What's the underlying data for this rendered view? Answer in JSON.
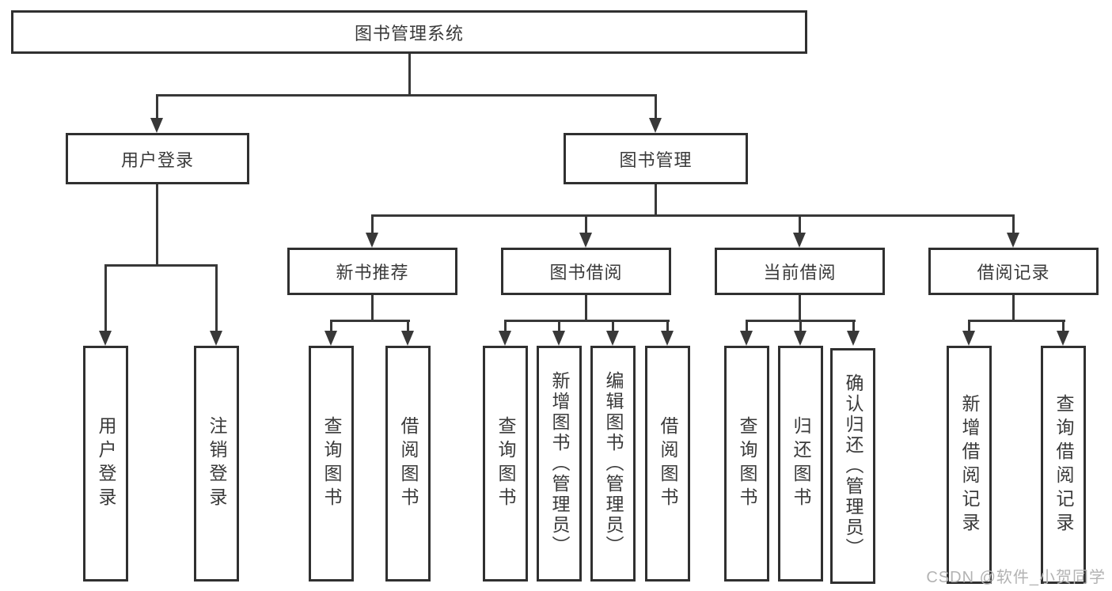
{
  "diagram": {
    "type": "hierarchy-tree",
    "colors": {
      "background": "#ffffff",
      "box_border": "#303030",
      "line": "#383838",
      "text": "#3a3a3a",
      "watermark_text": "#b3b3b3"
    },
    "nodes": {
      "root": "图书管理系统",
      "user_login": "用户登录",
      "book_mgmt": "图书管理",
      "new_book": "新书推荐",
      "book_borrow": "图书借阅",
      "current_borrow": "当前借阅",
      "borrow_records": "借阅记录",
      "g1": [
        "用户登录",
        "注销登录"
      ],
      "g2": [
        "查询图书",
        "借阅图书"
      ],
      "g3": [
        "查询图书",
        "新增图书（管理员）",
        "编辑图书（管理员）",
        "借阅图书"
      ],
      "g4": [
        "查询图书",
        "归还图书",
        "确认归还（管理员）"
      ],
      "g5": [
        "新增借阅记录",
        "查询借阅记录"
      ]
    },
    "edges": [
      [
        "图书管理系统",
        "用户登录"
      ],
      [
        "图书管理系统",
        "图书管理"
      ],
      [
        "用户登录",
        "用户登录(叶)"
      ],
      [
        "用户登录",
        "注销登录"
      ],
      [
        "图书管理",
        "新书推荐"
      ],
      [
        "图书管理",
        "图书借阅"
      ],
      [
        "图书管理",
        "当前借阅"
      ],
      [
        "图书管理",
        "借阅记录"
      ],
      [
        "新书推荐",
        "查询图书"
      ],
      [
        "新书推荐",
        "借阅图书"
      ],
      [
        "图书借阅",
        "查询图书"
      ],
      [
        "图书借阅",
        "新增图书（管理员）"
      ],
      [
        "图书借阅",
        "编辑图书（管理员）"
      ],
      [
        "图书借阅",
        "借阅图书"
      ],
      [
        "当前借阅",
        "查询图书"
      ],
      [
        "当前借阅",
        "归还图书"
      ],
      [
        "当前借阅",
        "确认归还（管理员）"
      ],
      [
        "借阅记录",
        "新增借阅记录"
      ],
      [
        "借阅记录",
        "查询借阅记录"
      ]
    ]
  },
  "watermark": "CSDN @软件_小贺同学"
}
